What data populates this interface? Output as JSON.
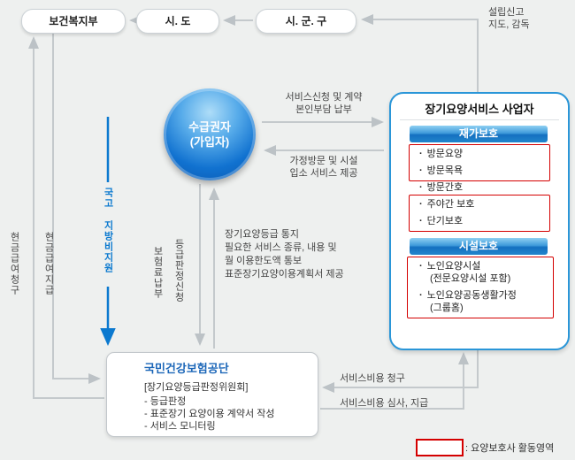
{
  "top_row": {
    "mohw": "보건복지부",
    "sido": "시. 도",
    "sigungu": "시. 군. 구",
    "report_label": [
      "설립신고",
      "지도, 감독"
    ]
  },
  "beneficiary": {
    "line1": "수급권자",
    "line2": "(가입자)"
  },
  "flows": {
    "service_apply": [
      "서비스신청 및 계약",
      "본인부담 납부"
    ],
    "service_provide": [
      "가정방문 및 시설",
      "입소 서비스 제공"
    ],
    "gov_support": "국고 지방비지원",
    "cash_claim": "현금급여청구",
    "cash_pay": "현금급여지급",
    "premium_pay": "보험료납부",
    "grade_apply": "등급판정신청",
    "grade_notice": [
      "장기요양등급 통지",
      "필요한 서비스 종류, 내용 및",
      "월 이용한도액 통보",
      "표준장기요양이용계획서 제공"
    ],
    "cost_claim": "서비스비용 청구",
    "cost_pay": "서비스비용 심사, 지급"
  },
  "provider": {
    "title": "장기요양서비스 사업자",
    "home_care": {
      "header": "재가보호",
      "items": [
        "방문요양",
        "방문목욕",
        "방문간호",
        "주야간 보호",
        "단기보호"
      ]
    },
    "facility_care": {
      "header": "시설보호",
      "items": [
        {
          "text": "노인요양시설",
          "sub": "(전문요양시설 포함)"
        },
        {
          "text": "노인요양공동생활가정",
          "sub": "(그룹홈)"
        }
      ]
    }
  },
  "nhis": {
    "title": "국민건강보험공단",
    "committee": "[장기요양등급판정위원회]",
    "items": [
      "- 등급판정",
      "- 표준장기 요양이용 계약서 작성",
      "- 서비스 모니터링"
    ]
  },
  "legend": {
    "label": ": 요양보호사 활동영역"
  },
  "colors": {
    "accent_blue": "#1474c4",
    "arrow_gray": "#c4c9cc",
    "support_blue": "#0b79cf",
    "red": "#d40000"
  }
}
